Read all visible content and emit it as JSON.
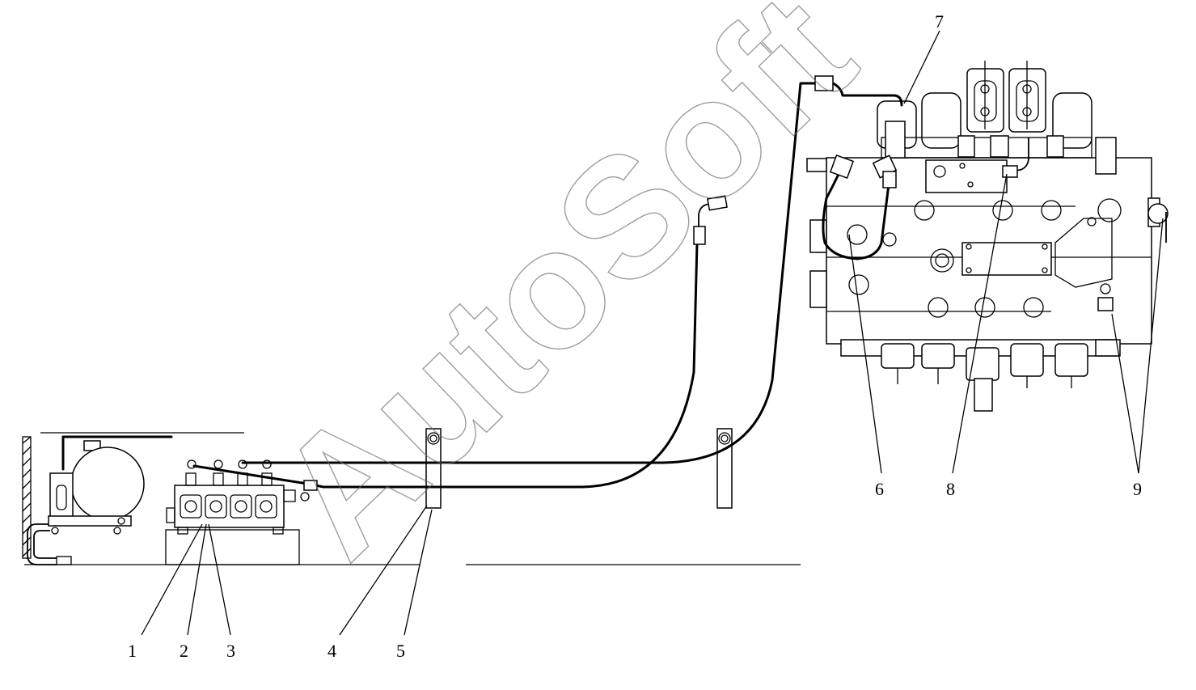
{
  "watermark": "AutoSoft",
  "callouts": [
    {
      "id": "1",
      "text": "1"
    },
    {
      "id": "2",
      "text": "2"
    },
    {
      "id": "3",
      "text": "3"
    },
    {
      "id": "4",
      "text": "4"
    },
    {
      "id": "5",
      "text": "5"
    },
    {
      "id": "6",
      "text": "6"
    },
    {
      "id": "7",
      "text": "7"
    },
    {
      "id": "8",
      "text": "8"
    },
    {
      "id": "9",
      "text": "9"
    }
  ],
  "colors": {
    "line": "#000000",
    "background": "#ffffff",
    "watermark": "#6a6a6a"
  }
}
